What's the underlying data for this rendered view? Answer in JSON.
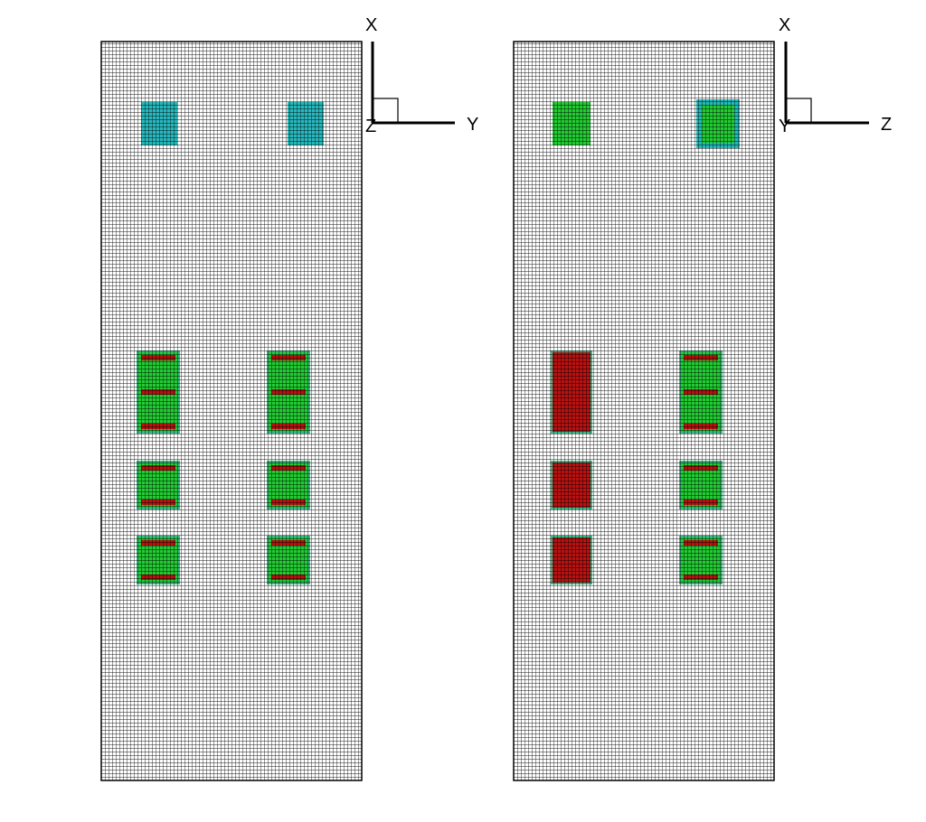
{
  "panels": [
    {
      "name": "left",
      "axes": {
        "vertical_label": "X",
        "horizontal_label": "Y",
        "corner_label": "Z"
      },
      "blocks": [
        {
          "kind": "cyan",
          "col": "a",
          "row": "top"
        },
        {
          "kind": "cyan",
          "col": "b",
          "row": "top"
        },
        {
          "kind": "banded3",
          "col": "a",
          "row": "r1"
        },
        {
          "kind": "banded3",
          "col": "b",
          "row": "r1"
        },
        {
          "kind": "banded2",
          "col": "a",
          "row": "r2"
        },
        {
          "kind": "banded2",
          "col": "b",
          "row": "r2"
        },
        {
          "kind": "banded2",
          "col": "a",
          "row": "r3"
        },
        {
          "kind": "banded2",
          "col": "b",
          "row": "r3"
        }
      ]
    },
    {
      "name": "right",
      "axes": {
        "vertical_label": "X",
        "horizontal_label": "Z",
        "corner_label": "Y"
      },
      "blocks": [
        {
          "kind": "green",
          "col": "a",
          "row": "top"
        },
        {
          "kind": "greencyan",
          "col": "b",
          "row": "top"
        },
        {
          "kind": "red",
          "col": "a",
          "row": "r1"
        },
        {
          "kind": "banded3",
          "col": "b",
          "row": "r1"
        },
        {
          "kind": "red",
          "col": "a",
          "row": "r2"
        },
        {
          "kind": "banded2",
          "col": "b",
          "row": "r2"
        },
        {
          "kind": "red",
          "col": "a",
          "row": "r3"
        },
        {
          "kind": "banded2",
          "col": "b",
          "row": "r3"
        }
      ]
    }
  ],
  "colors": {
    "grid_line": "#000000",
    "background": "#ffffff",
    "green": "#22cc33",
    "cyan": "#22bbbb",
    "red": "#bb1111",
    "edge": "#33bb88"
  }
}
